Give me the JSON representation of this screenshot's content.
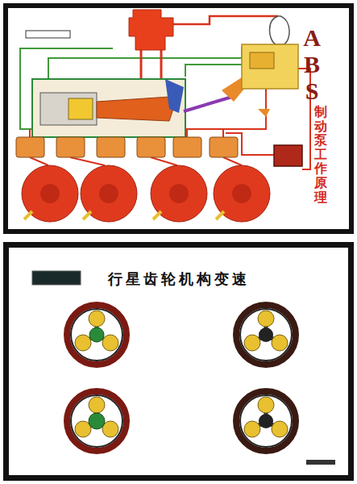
{
  "diagram": {
    "nodes": [
      {
        "text": [
          "ABS",
          "制动泵工作原理"
        ]
      },
      {
        "text": [
          "行星齿轮机构变速"
        ]
      }
    ]
  }
}
